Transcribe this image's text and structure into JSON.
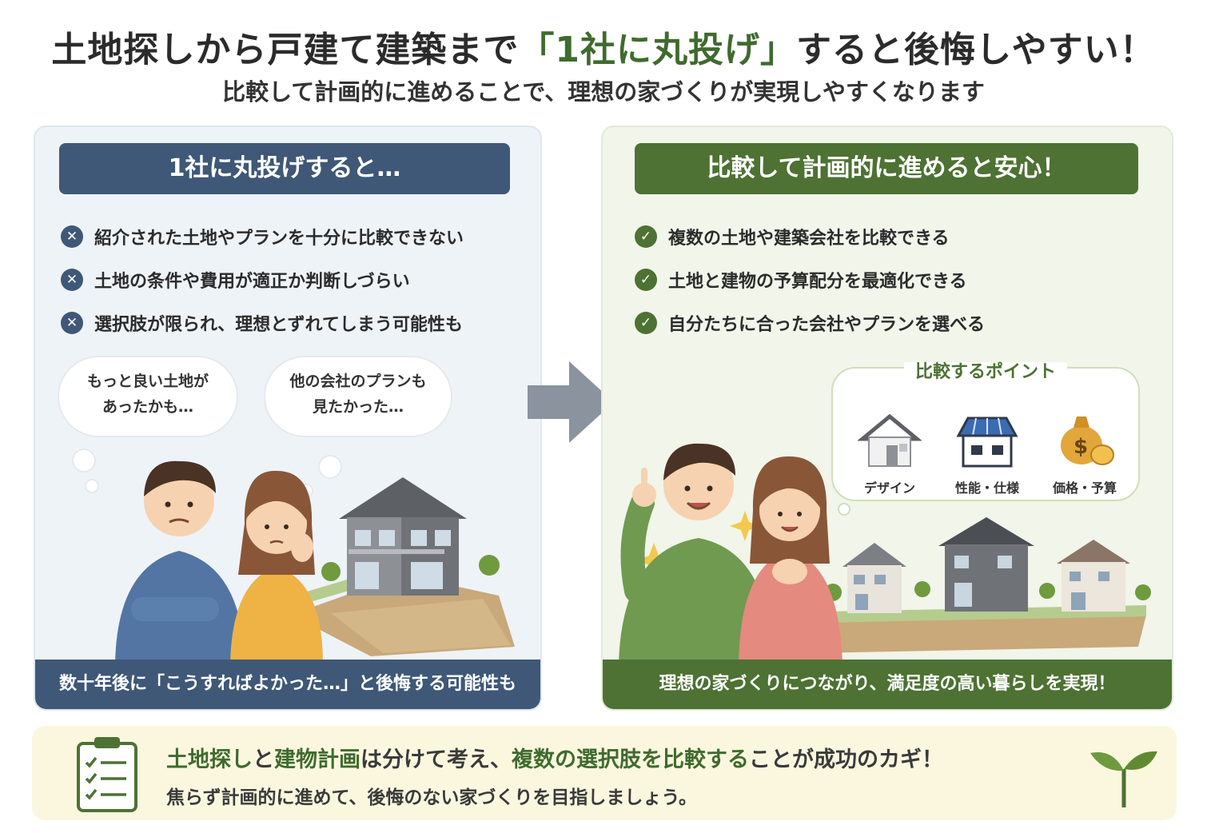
{
  "header": {
    "title_before": "土地探しから戸建て建築まで",
    "title_highlight": "「1社に丸投げ」",
    "title_after": "すると後悔しやすい！",
    "subtitle": "比較して計画的に進めることで、理想の家づくりが実現しやすくなります"
  },
  "left_panel": {
    "heading": "1社に丸投げすると…",
    "items": [
      "紹介された土地やプランを十分に比較できない",
      "土地の条件や費用が適正か判断しづらい",
      "選択肢が限られ、理想とずれてしまう可能性も"
    ],
    "thought1_line1": "もっと良い土地が",
    "thought1_line2": "あったかも…",
    "thought2_line1": "他の会社のプランも",
    "thought2_line2": "見たかった…",
    "footer": "数十年後に「こうすればよかった…」と後悔する可能性も"
  },
  "right_panel": {
    "heading": "比較して計画的に進めると安心！",
    "items": [
      "複数の土地や建築会社を比較できる",
      "土地と建物の予算配分を最適化できる",
      "自分たちに合った会社やプランを選べる"
    ],
    "points_title": "比較するポイント",
    "points": [
      {
        "label": "デザイン",
        "icon": "house-design-icon"
      },
      {
        "label": "性能・仕様",
        "icon": "solar-house-icon"
      },
      {
        "label": "価格・予算",
        "icon": "money-bag-icon"
      }
    ],
    "footer": "理想の家づくりにつながり、満足度の高い暮らしを実現！"
  },
  "bottom": {
    "line1_g1": "土地探し",
    "line1_t1": "と",
    "line1_g2": "建物計画",
    "line1_t2": "は分けて考え、",
    "line1_g3": "複数の選択肢を比較する",
    "line1_t3": "ことが成功のカギ！",
    "line2": "焦らず計画的に進めて、後悔のない家づくりを目指しましょう。"
  },
  "colors": {
    "navy": "#3f5877",
    "green": "#4d7233",
    "title_green": "#3f6b2e",
    "bottom_bg": "#fbf7df"
  }
}
